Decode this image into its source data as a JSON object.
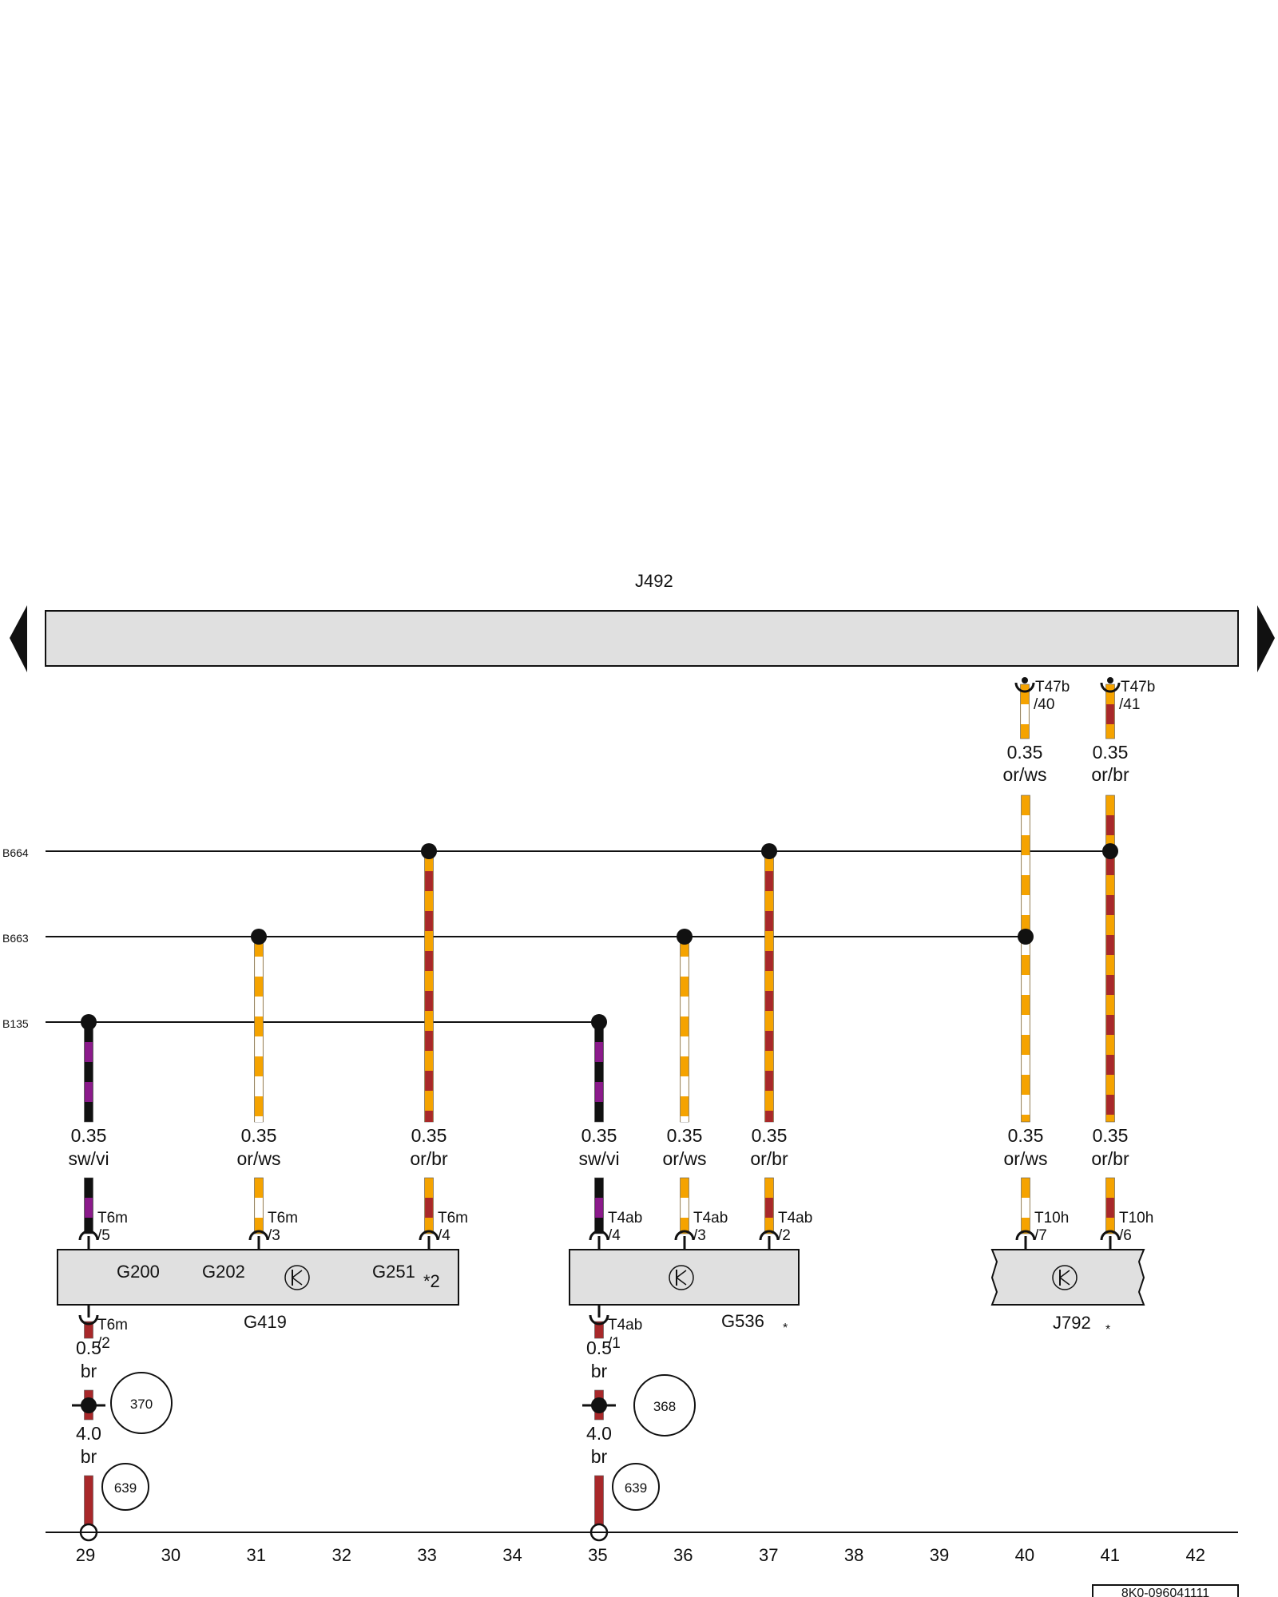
{
  "colors": {
    "or": "#F5A300",
    "ws": "#ffffff",
    "br": "#A8282A",
    "sw": "#111111",
    "vi": "#8B1A8B",
    "module_fill": "#E0E0E0",
    "line": "#111111"
  },
  "module_top": {
    "label": "J492",
    "arrow_left_icon": "triangle-left-icon",
    "arrow_right_icon": "triangle-right-icon"
  },
  "bus_lines": [
    {
      "id": "B664",
      "label": "B664"
    },
    {
      "id": "B663",
      "label": "B663"
    },
    {
      "id": "B135",
      "label": "B135"
    }
  ],
  "top_connectors": [
    {
      "pin_name": "T47b",
      "pin_no": "/40",
      "size": "0.35",
      "color_code": "or/ws"
    },
    {
      "pin_name": "T47b",
      "pin_no": "/41",
      "size": "0.35",
      "color_code": "or/br"
    }
  ],
  "wires": [
    {
      "size": "0.35",
      "color_code": "sw/vi",
      "pin_name": "T6m",
      "pin_no": "/5"
    },
    {
      "size": "0.35",
      "color_code": "or/ws",
      "pin_name": "T6m",
      "pin_no": "/3"
    },
    {
      "size": "0.35",
      "color_code": "or/br",
      "pin_name": "T6m",
      "pin_no": "/4"
    },
    {
      "size": "0.35",
      "color_code": "sw/vi",
      "pin_name": "T4ab",
      "pin_no": "/4"
    },
    {
      "size": "0.35",
      "color_code": "or/ws",
      "pin_name": "T4ab",
      "pin_no": "/3"
    },
    {
      "size": "0.35",
      "color_code": "or/br",
      "pin_name": "T4ab",
      "pin_no": "/2"
    },
    {
      "size": "0.35",
      "color_code": "or/ws",
      "pin_name": "T10h",
      "pin_no": "/7"
    },
    {
      "size": "0.35",
      "color_code": "or/br",
      "pin_name": "T10h",
      "pin_no": "/6"
    }
  ],
  "components": [
    {
      "label": "G419",
      "sub_labels": [
        "G200",
        "G202",
        "G251"
      ],
      "footnote": "*2",
      "icon": "transistor-icon"
    },
    {
      "label": "G536",
      "footnote": "*",
      "icon": "transistor-icon"
    },
    {
      "label": "J792",
      "footnote": "*",
      "icon": "transistor-icon"
    }
  ],
  "ground_paths": [
    {
      "pin_name": "T6m",
      "pin_no": "/2",
      "size_a": "0.5",
      "color_a": "br",
      "ref_a": "370",
      "size_b": "4.0",
      "color_b": "br",
      "ref_b": "639"
    },
    {
      "pin_name": "T4ab",
      "pin_no": "/1",
      "size_a": "0.5",
      "color_a": "br",
      "ref_a": "368",
      "size_b": "4.0",
      "color_b": "br",
      "ref_b": "639"
    }
  ],
  "track_numbers": [
    "29",
    "30",
    "31",
    "32",
    "33",
    "34",
    "35",
    "36",
    "37",
    "38",
    "39",
    "40",
    "41",
    "42"
  ],
  "doc_reference": "8K0-096041111"
}
